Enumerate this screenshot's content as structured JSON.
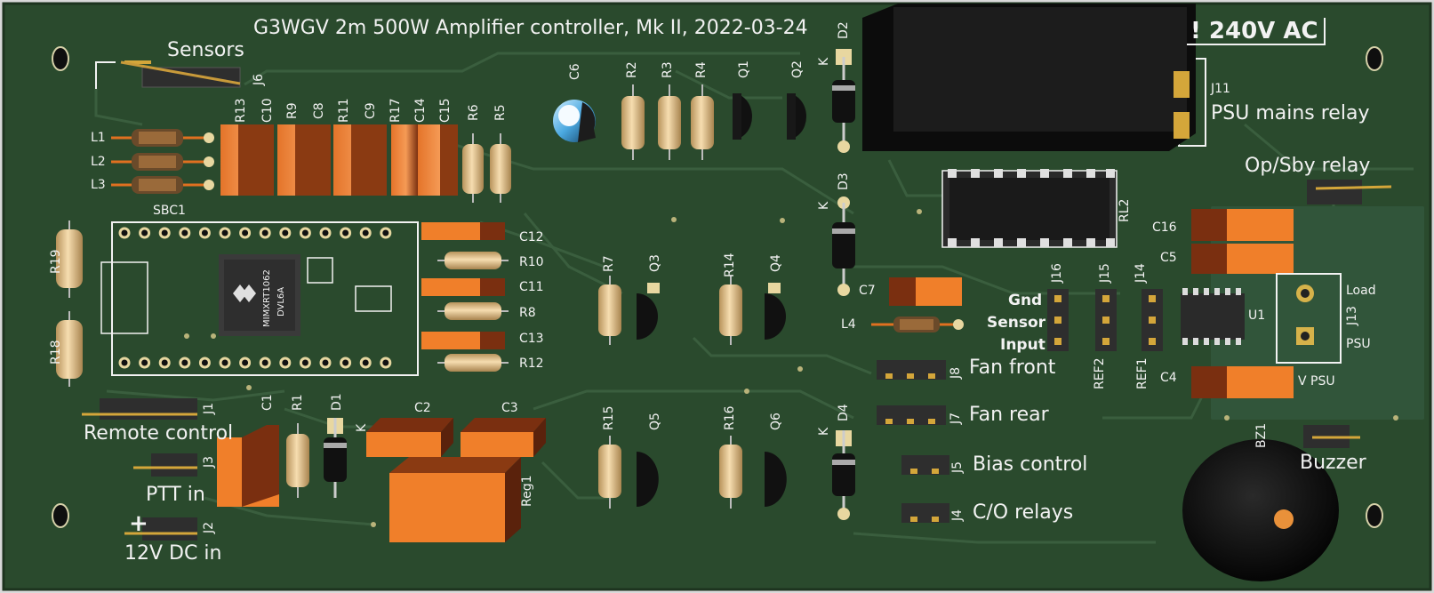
{
  "board": {
    "title": "G3WGV 2m 500W Amplifier controller, Mk II, 2022-03-24",
    "warning": "! 240V AC",
    "colors": {
      "pcb": "#2b4a2e",
      "trace": "#35573a",
      "silk": "#f2f2f2",
      "orange": "#f07f2a",
      "resistor": "#e8c998"
    }
  },
  "labels": {
    "sensors": "Sensors",
    "psu_mains_relay": "PSU mains relay",
    "op_sby_relay": "Op/Sby relay",
    "fan_front": "Fan front",
    "fan_rear": "Fan rear",
    "bias_control": "Bias control",
    "co_relays": "C/O relays",
    "remote_control": "Remote control",
    "ptt_in": "PTT in",
    "dc_in": "12V DC in",
    "plus": "+",
    "buzzer": "Buzzer",
    "gnd": "Gnd",
    "sensor": "Sensor",
    "input": "Input",
    "load": "Load",
    "psu": "PSU",
    "v_psu": "V PSU",
    "mcu_line1": "MIMXRT1062",
    "mcu_line2": "DVL6A"
  },
  "refs": {
    "J6": "J6",
    "J11": "J11",
    "J1": "J1",
    "J3": "J3",
    "J2": "J2",
    "J8": "J8",
    "J7": "J7",
    "J5": "J5",
    "J4": "J4",
    "J16": "J16",
    "J15": "J15",
    "J14": "J14",
    "J13": "J13",
    "SBC1": "SBC1",
    "L1": "L1",
    "L2": "L2",
    "L3": "L3",
    "L4": "L4",
    "R13": "R13",
    "C10": "C10",
    "R9": "R9",
    "C8": "C8",
    "R11": "R11",
    "C9": "C9",
    "R17": "R17",
    "C14": "C14",
    "C15": "C15",
    "R6": "R6",
    "R5": "R5",
    "C6": "C6",
    "R2": "R2",
    "R3": "R3",
    "R4": "R4",
    "Q1": "Q1",
    "Q2": "Q2",
    "D2": "D2",
    "D3": "D3",
    "RL2": "RL2",
    "C16": "C16",
    "C5": "C5",
    "C4": "C4",
    "U1": "U1",
    "C12": "C12",
    "R10": "R10",
    "C11": "C11",
    "R8": "R8",
    "C13": "C13",
    "R12": "R12",
    "R7": "R7",
    "Q3": "Q3",
    "R14": "R14",
    "Q4": "Q4",
    "C7": "C7",
    "R19": "R19",
    "R18": "R18",
    "C1": "C1",
    "R1": "R1",
    "D1": "D1",
    "C2": "C2",
    "C3": "C3",
    "Reg1": "Reg1",
    "R15": "R15",
    "Q5": "Q5",
    "R16": "R16",
    "Q6": "Q6",
    "D4": "D4",
    "BZ1": "BZ1",
    "REF2": "REF2",
    "REF1": "REF1",
    "K": "K"
  }
}
